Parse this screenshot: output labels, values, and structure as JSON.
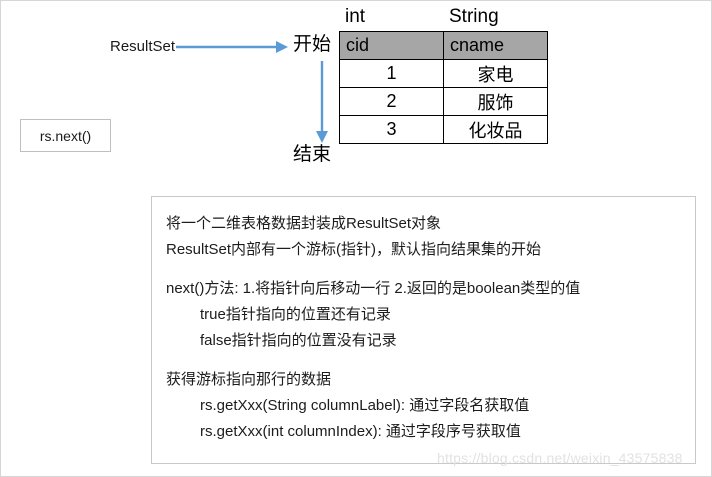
{
  "diagram": {
    "source_label": "ResultSet",
    "cursor_start_label": "开始",
    "cursor_end_label": "结束",
    "method_box_label": "rs.next()",
    "arrow_color": "#5b9bd5",
    "header_fill": "#a6a6a6",
    "box_border_color": "#bfbfbf"
  },
  "table": {
    "type_labels": {
      "col1": "int",
      "col2": "String"
    },
    "headers": [
      "cid",
      "cname"
    ],
    "rows": [
      [
        "1",
        "家电"
      ],
      [
        "2",
        "服饰"
      ],
      [
        "3",
        "化妆品"
      ]
    ]
  },
  "notes": {
    "lines": [
      {
        "text": "将一个二维表格数据封装成ResultSet对象",
        "indent": false
      },
      {
        "text": "ResultSet内部有一个游标(指针)，默认指向结果集的开始",
        "indent": false
      },
      {
        "text": "",
        "indent": false,
        "blank": true
      },
      {
        "text": "next()方法: 1.将指针向后移动一行 2.返回的是boolean类型的值",
        "indent": false
      },
      {
        "text": "true指针指向的位置还有记录",
        "indent": true
      },
      {
        "text": "false指针指向的位置没有记录",
        "indent": true
      },
      {
        "text": "",
        "indent": false,
        "blank": true
      },
      {
        "text": "获得游标指向那行的数据",
        "indent": false
      },
      {
        "text": "rs.getXxx(String columnLabel): 通过字段名获取值",
        "indent": true
      },
      {
        "text": "rs.getXxx(int columnIndex): 通过字段序号获取值",
        "indent": true
      }
    ]
  },
  "watermark": {
    "text": "https://blog.csdn.net/weixin_43575838"
  }
}
